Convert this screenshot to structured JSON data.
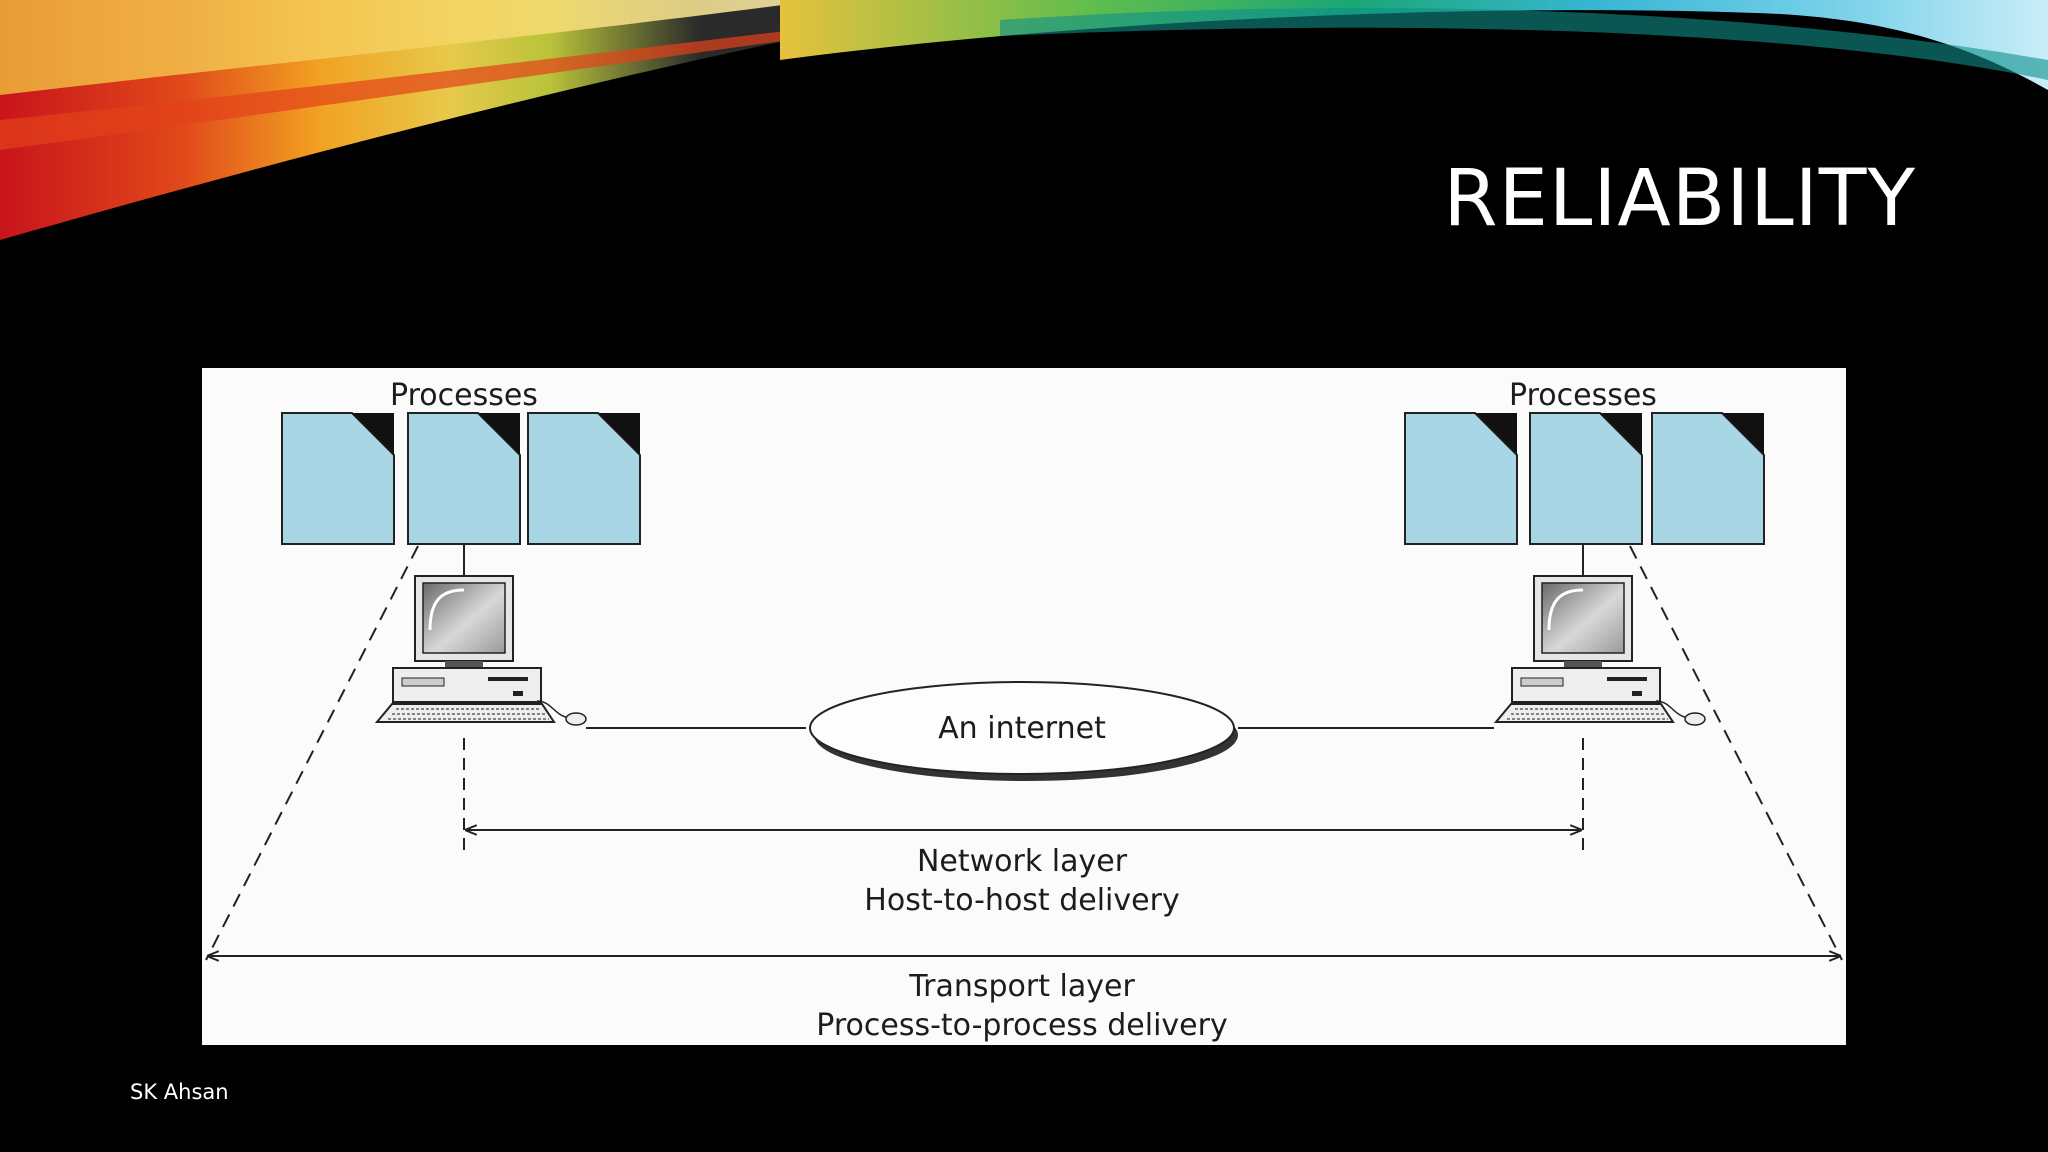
{
  "slide": {
    "title": "RELIABILITY",
    "footer": "SK Ahsan"
  },
  "diagram": {
    "left_processes_label": "Processes",
    "right_processes_label": "Processes",
    "cloud_label": "An internet",
    "network_layer_label": "Network layer",
    "network_layer_sub": "Host-to-host delivery",
    "transport_layer_label": "Transport layer",
    "transport_layer_sub": "Process-to-process delivery"
  },
  "colors": {
    "process_fill": "#a9d6e5",
    "background": "#000000",
    "figure_bg": "#fbfbfb"
  }
}
